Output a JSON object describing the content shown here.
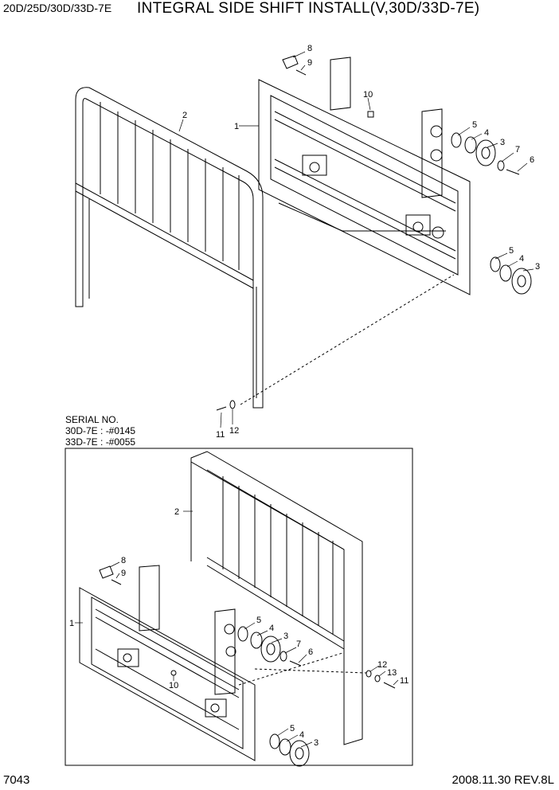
{
  "header": {
    "model": "20D/25D/30D/33D-7E",
    "title": "INTEGRAL SIDE SHIFT INSTALL(V,30D/33D-7E)"
  },
  "serial": {
    "label": "SERIAL NO.",
    "line1": "30D-7E : -#0145",
    "line2": "33D-7E : -#0055"
  },
  "callouts_top": {
    "c1": "1",
    "c2": "2",
    "c3a": "3",
    "c3b": "3",
    "c4a": "4",
    "c4b": "4",
    "c5a": "5",
    "c5b": "5",
    "c6": "6",
    "c7": "7",
    "c8": "8",
    "c9": "9",
    "c10": "10",
    "c11": "11",
    "c12": "12"
  },
  "callouts_bottom": {
    "c1": "1",
    "c2": "2",
    "c3a": "3",
    "c3b": "3",
    "c4a": "4",
    "c4b": "4",
    "c5a": "5",
    "c5b": "5",
    "c6": "6",
    "c7": "7",
    "c8": "8",
    "c9": "9",
    "c10": "10",
    "c11": "11",
    "c12": "12",
    "c13": "13"
  },
  "footer": {
    "page": "7043",
    "date_rev": "2008.11.30  REV.8L"
  }
}
